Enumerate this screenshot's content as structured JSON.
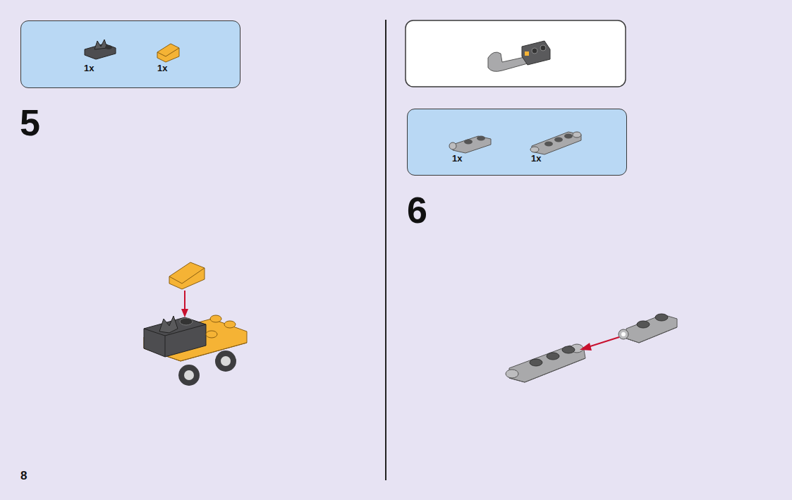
{
  "diagram": {
    "nodes": [
      {
        "text": [
          "1x",
          "1x"
        ]
      },
      {
        "text": [
          "1x",
          "1x"
        ]
      }
    ],
    "labels": [
      "5",
      "6",
      "8"
    ]
  }
}
